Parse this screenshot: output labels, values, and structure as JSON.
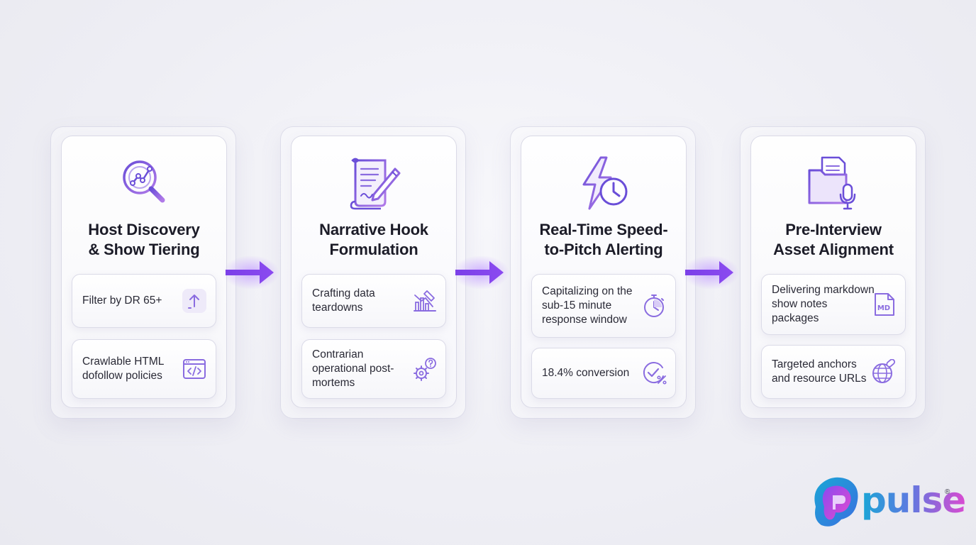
{
  "steps": [
    {
      "title_lines": [
        "Host Discovery",
        "& Show Tiering"
      ],
      "icon": "magnifier-analytics-icon",
      "items": [
        {
          "text": "Filter by DR 65+",
          "icon": "upload-arrow-icon"
        },
        {
          "text": "Crawlable HTML dofollow policies",
          "icon": "code-window-icon"
        }
      ]
    },
    {
      "title_lines": [
        "Narrative Hook",
        "Formulation"
      ],
      "icon": "scroll-pen-icon",
      "items": [
        {
          "text": "Crafting data teardowns",
          "icon": "chart-pen-icon"
        },
        {
          "text": "Contrarian operational post-mortems",
          "icon": "gear-question-icon"
        }
      ]
    },
    {
      "title_lines": [
        "Real-Time Speed-",
        "to-Pitch Alerting"
      ],
      "icon": "lightning-clock-icon",
      "items": [
        {
          "text": "Capitalizing on the sub-15 minute response window",
          "icon": "stopwatch-icon"
        },
        {
          "text": "18.4% conversion",
          "icon": "check-percent-icon"
        }
      ]
    },
    {
      "title_lines": [
        "Pre-Interview",
        "Asset Alignment"
      ],
      "icon": "folder-microphone-icon",
      "items": [
        {
          "text": "Delivering markdown show notes packages",
          "icon": "markdown-file-icon",
          "badge": "MD"
        },
        {
          "text": "Targeted anchors and resource URLs",
          "icon": "globe-link-icon"
        }
      ]
    }
  ],
  "brand": {
    "name": "pulse",
    "mark": "®"
  },
  "colors": {
    "accent": "#7a4fe0",
    "arrow": "#7b3fe8",
    "text": "#1c1c28"
  }
}
